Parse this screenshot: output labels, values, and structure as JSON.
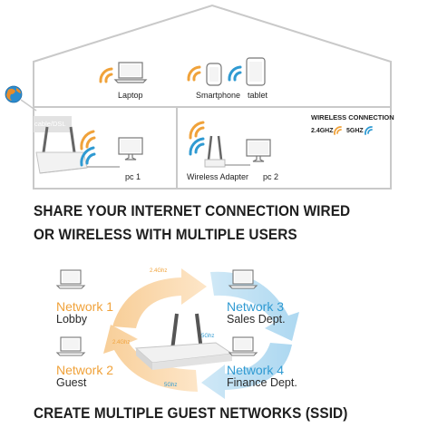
{
  "house": {
    "devices": {
      "laptop": "Laptop",
      "smartphone": "Smartphone",
      "tablet": "tablet",
      "pc1": "pc 1",
      "wireless_adapter": "Wireless Adapter",
      "pc2": "pc 2",
      "modem": "cable/DSL"
    },
    "legend": {
      "title": "WIRELESS CONNECTION",
      "band_24": "2.4GHZ",
      "band_5": "5GHZ"
    }
  },
  "headline1": {
    "line1": "SHARE YOUR INTERNET CONNECTION WIRED",
    "line2": "OR WIRELESS WITH MULTIPLE USERS"
  },
  "networks": [
    {
      "title": "Network 1",
      "subtitle": "Lobby"
    },
    {
      "title": "Network 2",
      "subtitle": "Guest"
    },
    {
      "title": "Network 3",
      "subtitle": "Sales Dept."
    },
    {
      "title": "Network 4",
      "subtitle": "Finance Dept."
    }
  ],
  "arrows": {
    "top": "2.4Ghz",
    "left": "2.4Ghz",
    "right": "5Ghz",
    "bottom": "5Ghz"
  },
  "headline2": "CREATE MULTIPLE GUEST NETWORKS (SSID)",
  "colors": {
    "band_24": "#f0a23a",
    "band_5": "#2f9ad2",
    "house_line": "#c9c9c9",
    "text": "#1e1e1e"
  }
}
